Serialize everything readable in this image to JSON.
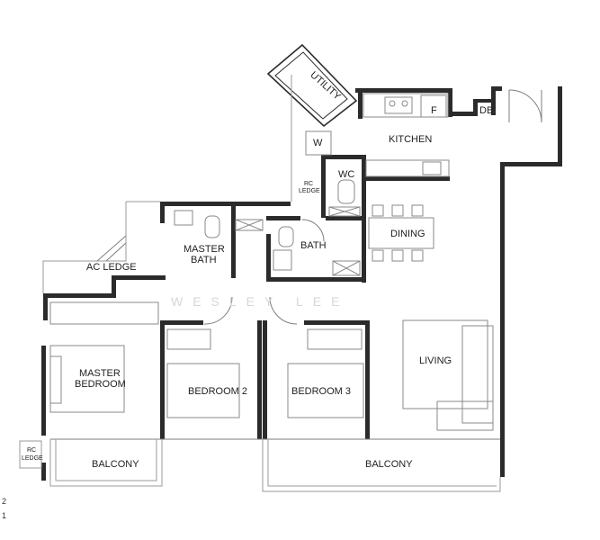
{
  "watermark": "WESLEY LEE",
  "rooms": {
    "utility": "UTILITY",
    "kitchen": "KITCHEN",
    "fridge": "F",
    "db": "DB",
    "washer": "W",
    "wc": "WC",
    "rc_ledge_top_1": "RC",
    "rc_ledge_top_2": "LEDGE",
    "master_bath_1": "MASTER",
    "master_bath_2": "BATH",
    "bath": "BATH",
    "dining": "DINING",
    "ac_ledge": "AC LEDGE",
    "master_bedroom_1": "MASTER",
    "master_bedroom_2": "BEDROOM",
    "bedroom_2": "BEDROOM 2",
    "bedroom_3": "BEDROOM 3",
    "living": "LIVING",
    "rc_ledge_bottom_1": "RC",
    "rc_ledge_bottom_2": "LEDGE",
    "balcony_left": "BALCONY",
    "balcony_right": "BALCONY"
  },
  "side_numbers": [
    "2",
    "1"
  ]
}
